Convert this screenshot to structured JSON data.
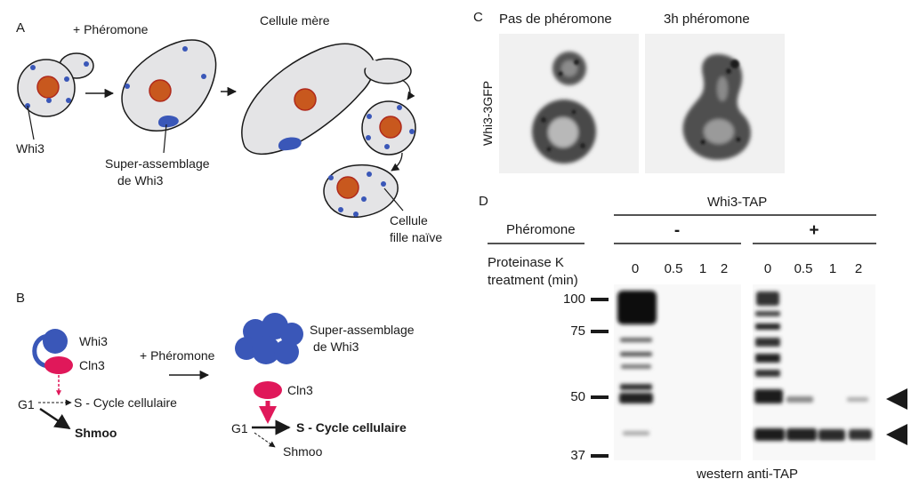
{
  "panelA": {
    "letter": "A",
    "pheromone_label": "+ Phéromone",
    "mother_label": "Cellule mère",
    "whi3_label": "Whi3",
    "superassembly_line1": "Super-assemblage",
    "superassembly_line2": "de Whi3",
    "daughter_line1": "Cellule",
    "daughter_line2": "fille naïve"
  },
  "panelB": {
    "letter": "B",
    "whi3_label": "Whi3",
    "cln3_label": "Cln3",
    "g1_label": "G1",
    "s_phase_label": "S - Cycle cellulaire",
    "shmoo_label": "Shmoo",
    "pheromone_label": "+ Phéromone",
    "superassembly_line1": "Super-assemblage",
    "superassembly_line2": "de Whi3",
    "cln3_label_right": "Cln3",
    "g1_label_right": "G1",
    "s_phase_label_right": "S - Cycle cellulaire",
    "shmoo_label_right": "Shmoo"
  },
  "panelC": {
    "letter": "C",
    "no_pheromone_label": "Pas de phéromone",
    "pheromone_3h_label": "3h phéromone",
    "stain_label": "Whi3-3GFP"
  },
  "panelD": {
    "letter": "D",
    "construct_label": "Whi3-TAP",
    "pheromone_label": "Phéromone",
    "minus_label": "-",
    "plus_label": "+",
    "treatment_line1": "Proteinase K",
    "treatment_line2": "treatment (min)",
    "lanes_minus": [
      "0",
      "0.5",
      "1",
      "2"
    ],
    "lanes_plus": [
      "0",
      "0.5",
      "1",
      "2"
    ],
    "markers": [
      "100",
      "75",
      "50",
      "37"
    ],
    "footer_label": "western anti-TAP"
  },
  "colors": {
    "cell_fill": "#e4e4e6",
    "nucleus_fill": "#c8581e",
    "nucleus_stroke": "#b02a1c",
    "whi3_blue": "#3a57b8",
    "cln3_pink": "#e0185a",
    "outline": "#1a1a1a"
  }
}
